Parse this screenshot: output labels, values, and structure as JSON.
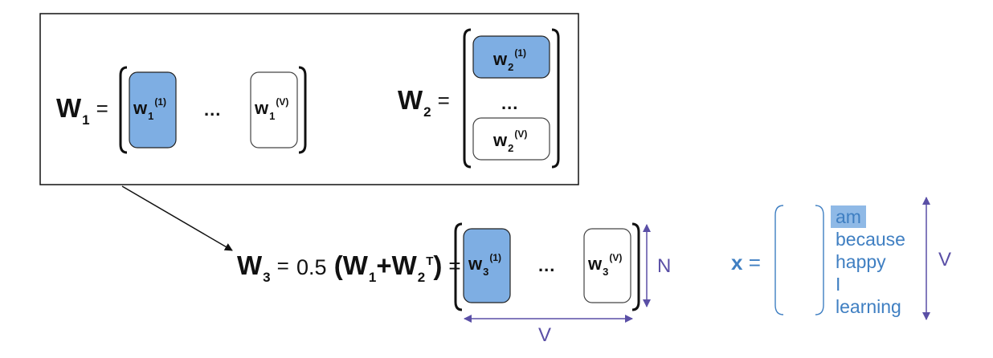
{
  "w1": {
    "symbol": "W",
    "sub": "1",
    "eq": "="
  },
  "w2": {
    "symbol": "W",
    "sub": "2",
    "eq": "="
  },
  "w1_cols": [
    {
      "base": "w",
      "sub": "1",
      "sup": "(1)"
    },
    {
      "base": "w",
      "sub": "1",
      "sup": "(V)"
    }
  ],
  "w2_rows": [
    {
      "base": "w",
      "sub": "2",
      "sup": "(1)"
    },
    {
      "base": "w",
      "sub": "2",
      "sup": "(V)"
    }
  ],
  "w3_cols": [
    {
      "base": "w",
      "sub": "3",
      "sup": "(1)"
    },
    {
      "base": "w",
      "sub": "3",
      "sup": "(V)"
    }
  ],
  "ellipsis": "...",
  "w3_formula": {
    "symbol": "W",
    "sub": "3",
    "eq": "=",
    "coef": "0.5",
    "open": "(",
    "w1": "W",
    "w1_sub": "1",
    "plus": "+",
    "w2": "W",
    "w2_sub": "2",
    "transpose": "T",
    "close": ")",
    "eq2": "="
  },
  "dims": {
    "rows": "N",
    "cols": "V",
    "vocab": "V"
  },
  "x_vector": {
    "label": "x",
    "eq": "=",
    "vocabulary": [
      "am",
      "because",
      "happy",
      "I",
      "learning"
    ],
    "highlighted_index": 0
  },
  "colors": {
    "highlight": "#7eaee3",
    "arrow_purple": "#5a4fa6",
    "vocab_blue": "#3f7fc2"
  }
}
